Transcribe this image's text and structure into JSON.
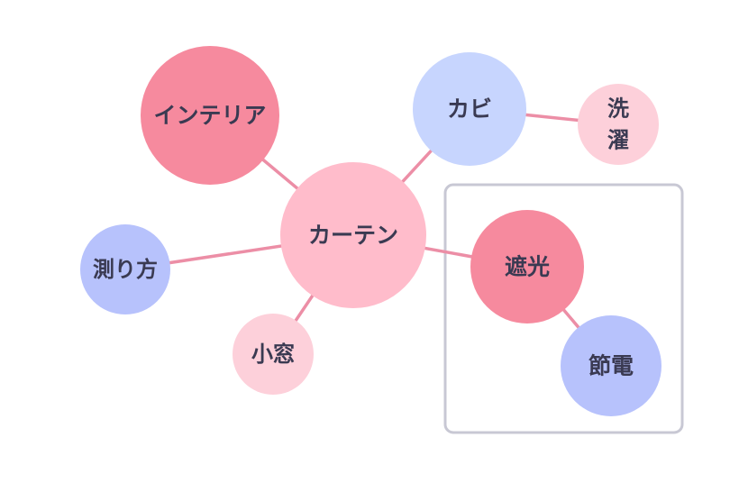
{
  "colors": {
    "edge": "#ec8ea6",
    "group_border": "#c8c8d4",
    "text": "#3a3a52"
  },
  "nodes": [
    {
      "id": "curtain",
      "lines": [
        "カーテン"
      ],
      "color": "#ffbccb"
    },
    {
      "id": "interior",
      "lines": [
        "インテリア"
      ],
      "color": "#f68a9e"
    },
    {
      "id": "mold",
      "lines": [
        "カビ"
      ],
      "color": "#c7d5fe"
    },
    {
      "id": "laundry",
      "lines": [
        "洗",
        "濯"
      ],
      "color": "#fdd0da"
    },
    {
      "id": "measuring",
      "lines": [
        "測り方"
      ],
      "color": "#b7c2fc"
    },
    {
      "id": "window",
      "lines": [
        "小窓"
      ],
      "color": "#fdd0da"
    },
    {
      "id": "blackout",
      "lines": [
        "遮光"
      ],
      "color": "#f68a9e"
    },
    {
      "id": "energy",
      "lines": [
        "節電"
      ],
      "color": "#b7c2fc"
    }
  ],
  "edges": [
    [
      "curtain",
      "interior"
    ],
    [
      "curtain",
      "mold"
    ],
    [
      "mold",
      "laundry"
    ],
    [
      "curtain",
      "measuring"
    ],
    [
      "curtain",
      "window"
    ],
    [
      "curtain",
      "blackout"
    ],
    [
      "blackout",
      "energy"
    ]
  ],
  "groups": [
    {
      "id": "blackout-group",
      "members": [
        "blackout",
        "energy"
      ]
    }
  ]
}
